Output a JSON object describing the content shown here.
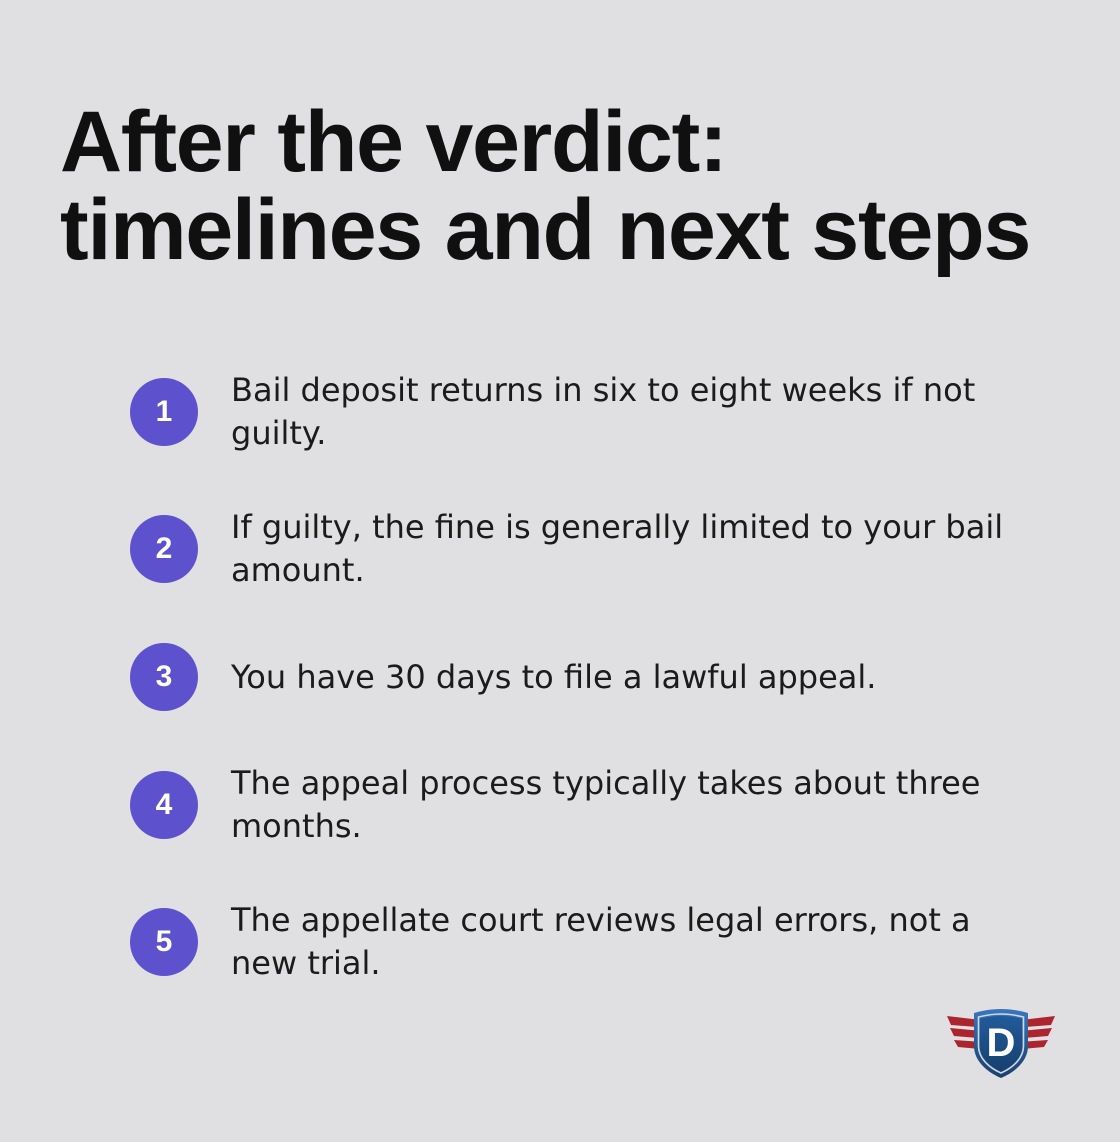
{
  "slide": {
    "background_color": "#e0e0e2",
    "title": "After the verdict: timelines and next steps",
    "title_color": "#101010"
  },
  "steps": {
    "badge_color": "#5d51cd",
    "badge_text_color": "#ffffff",
    "text_color": "#1b1b1b",
    "items": [
      {
        "number": "1",
        "text": "Bail deposit returns in six to eight weeks if not guilty."
      },
      {
        "number": "2",
        "text": "If guilty, the fine is generally limited to your bail amount."
      },
      {
        "number": "3",
        "text": "You have 30 days to file a lawful appeal."
      },
      {
        "number": "4",
        "text": "The appeal process typically takes about three months."
      },
      {
        "number": "5",
        "text": "The appellate court reviews legal errors, not a new trial."
      }
    ]
  },
  "logo": {
    "name": "shield-wings-logo",
    "letter": "D",
    "shield_outer_color": "#2d64ab",
    "shield_inner_color": "#1c4f87",
    "wing_color": "#b0262f",
    "letter_color": "#ffffff"
  }
}
